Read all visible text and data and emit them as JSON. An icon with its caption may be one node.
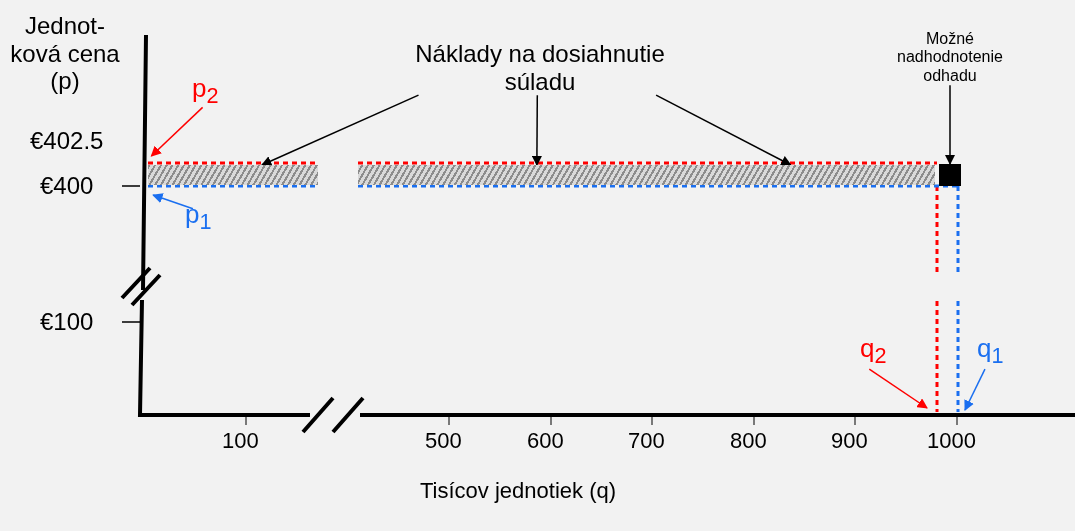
{
  "diagram": {
    "nodes": [
      {
        "text": [
          "Náklady na dosiahnutie súladu"
        ]
      },
      {
        "text": [],
        "shape": "bar"
      },
      {
        "text": [],
        "shape": "bar"
      },
      {
        "text": [
          "Možné nadhodnotenie odhadu"
        ]
      },
      {
        "text": [],
        "shape": "box"
      },
      {
        "text": [
          "p$_{2}$"
        ]
      },
      {
        "text": [
          "p$_{1}$"
        ]
      },
      {
        "text": [
          "q$_{2}$"
        ]
      },
      {
        "text": [
          "q$_{1}$"
        ]
      }
    ],
    "edges": [
      {
        "from": 0,
        "to": 1,
        "arrow": "to"
      },
      {
        "from": 0,
        "to": 2,
        "arrow": "to"
      },
      {
        "from": 0,
        "to": 2,
        "arrow": "to"
      },
      {
        "from": 3,
        "to": 4,
        "arrow": "to"
      },
      {
        "from": 5,
        "to": 1,
        "arrow": "to",
        "color": "#ff0000"
      },
      {
        "from": 6,
        "to": 1,
        "arrow": "to",
        "color": "#1a6ff0"
      },
      {
        "from": 7,
        "to": null,
        "arrow": "to",
        "color": "#ff0000"
      },
      {
        "from": 8,
        "to": null,
        "arrow": "to",
        "color": "#1a6ff0"
      }
    ],
    "labels": [
      "Jednot- ková cena (p)",
      "€402.5",
      "€400",
      "€100",
      "100",
      "500",
      "600",
      "700",
      "800",
      "900",
      "1000",
      "Tisícov jednotiek (q)"
    ]
  }
}
